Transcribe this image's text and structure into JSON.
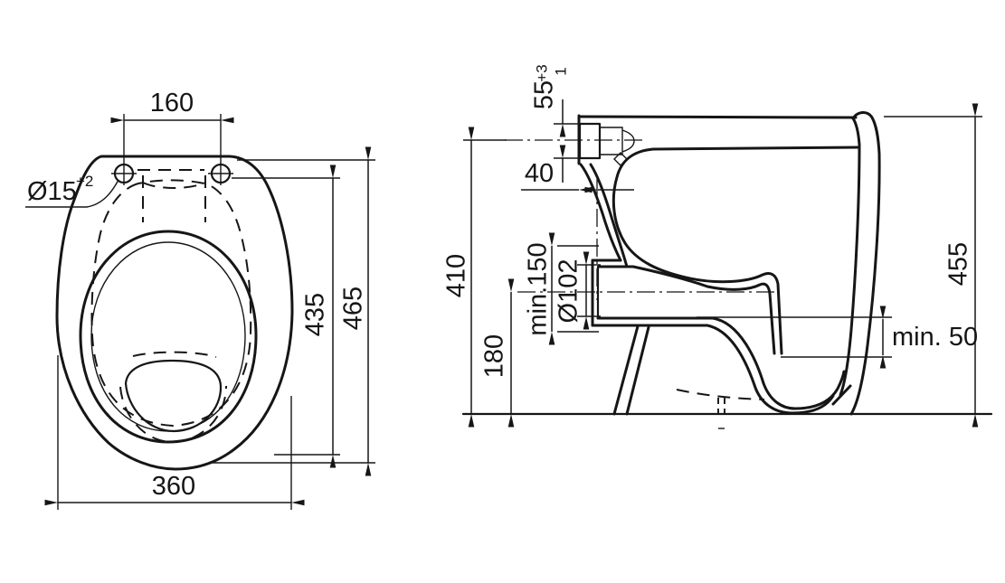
{
  "colors": {
    "line": "#161616",
    "background": "#ffffff"
  },
  "top_view": {
    "dim_160": "160",
    "dim_diameter_15": "Ø15",
    "dim_diameter_15_tolerance": "+2",
    "dim_435": "435",
    "dim_465": "465",
    "dim_360": "360"
  },
  "side_view": {
    "dim_55": "55",
    "dim_55_tolerance_upper": "+3",
    "dim_55_tolerance_lower": "1",
    "dim_40": "40",
    "dim_410": "410",
    "dim_min_150": "min.150",
    "dim_diameter_102": "Ø102",
    "dim_180": "180",
    "dim_455": "455",
    "dim_min_50": "min. 50"
  }
}
